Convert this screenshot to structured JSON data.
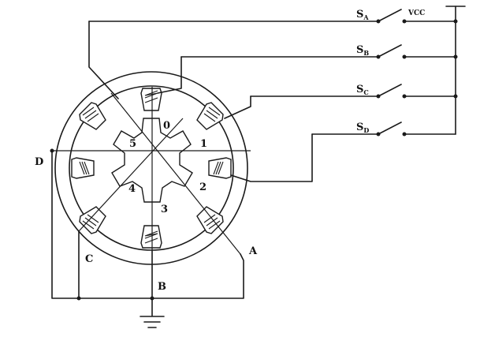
{
  "labels": {
    "switch_a": "S",
    "switch_a_sub": "A",
    "switch_b": "S",
    "switch_b_sub": "B",
    "switch_c": "S",
    "switch_c_sub": "C",
    "switch_d": "S",
    "switch_d_sub": "D",
    "vcc": "VCC",
    "phase_a": "A",
    "phase_b": "B",
    "phase_c": "C",
    "phase_d": "D"
  },
  "rotor_teeth": [
    "0",
    "1",
    "2",
    "3",
    "4",
    "5"
  ]
}
